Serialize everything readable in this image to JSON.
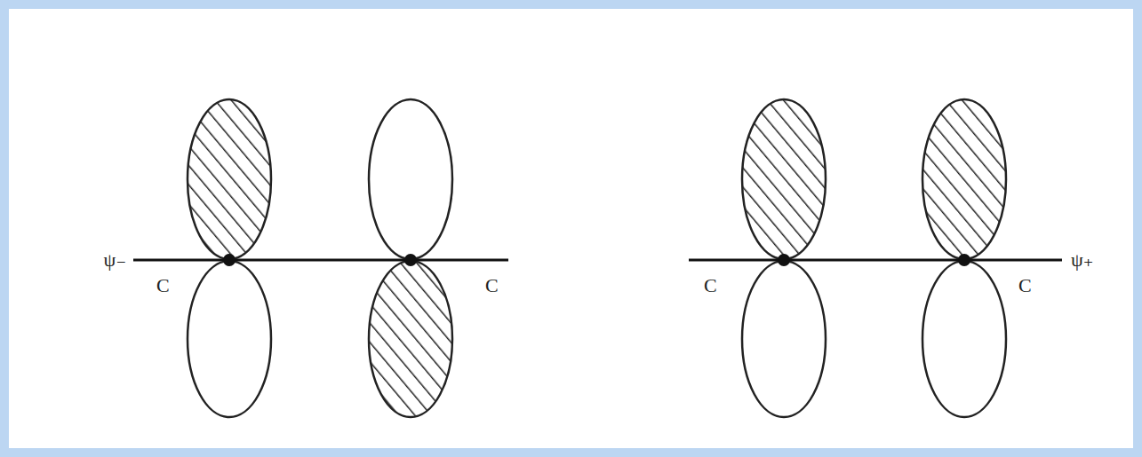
{
  "diagram": {
    "labels": [
      "ψ₋",
      "C",
      "C",
      "C",
      "C",
      "ψ₊"
    ]
  }
}
